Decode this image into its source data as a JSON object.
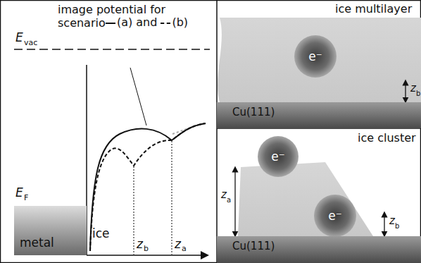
{
  "diagram": {
    "nodes": [
      {
        "text": [
          "metal"
        ]
      },
      {
        "text": [
          "e⁻"
        ]
      },
      {
        "text": [
          "Cu(111)"
        ]
      },
      {
        "text": [
          "e⁻"
        ]
      },
      {
        "text": [
          "e⁻"
        ]
      },
      {
        "text": [
          "Cu(111)"
        ]
      }
    ],
    "labels": [
      "image potential for scenario",
      "and",
      "E",
      "vac",
      "E",
      "F",
      "ice",
      "z",
      "b",
      "z",
      "a",
      "ice multilayer",
      "z",
      "b",
      "ice cluster",
      "z",
      "a",
      "z",
      "b"
    ],
    "legend": [
      {
        "text": "(a)"
      },
      {
        "text": "(b)"
      }
    ]
  }
}
